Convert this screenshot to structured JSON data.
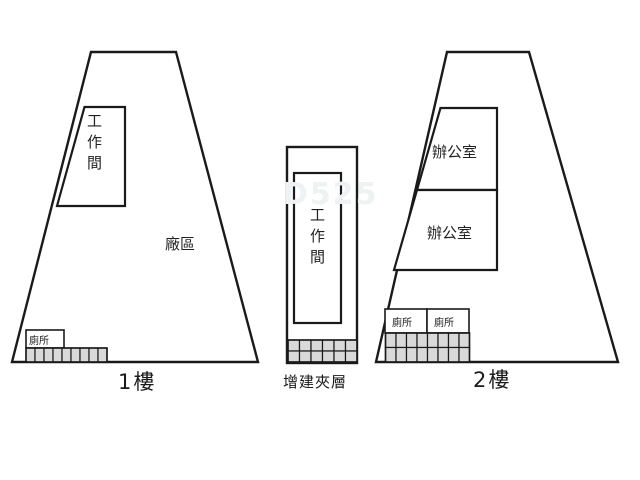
{
  "diagram": {
    "title": "building-floor-plans",
    "background_color": "#ffffff",
    "line_color": "#1a1a1a",
    "stair_fill_color": "#d9d9d9",
    "watermark_text": "D525",
    "watermark_color": "#eef2f2"
  },
  "floor1": {
    "caption": "1樓",
    "factory_area_label": "廠區",
    "workroom_label": "工作間",
    "toilet_label": "廁所",
    "stair_cell_count": 9,
    "stair_row_count": 1
  },
  "mezzanine": {
    "caption": "增建夾層",
    "workroom_label": "工作間",
    "stair_cell_count": 6,
    "stair_row_count": 2
  },
  "floor2": {
    "caption": "2樓",
    "office_label_upper": "辦公室",
    "office_label_lower": "辦公室",
    "toilet_label_left": "廁所",
    "toilet_label_right": "廁所",
    "stair_cell_count": 8,
    "stair_row_count": 2
  }
}
